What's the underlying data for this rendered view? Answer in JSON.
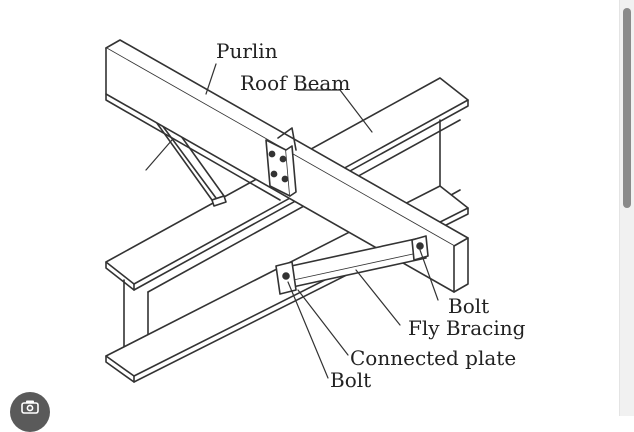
{
  "labels": {
    "purlin": "Purlin",
    "roof_beam": "Roof Beam",
    "bolt_top": "Bolt",
    "fly_bracing": "Fly Bracing",
    "connected_plate": "Connected plate",
    "bolt_bottom": "Bolt"
  },
  "icons": {
    "lens": "camera-lens-icon"
  },
  "colors": {
    "line": "#333333",
    "background": "#ffffff"
  }
}
